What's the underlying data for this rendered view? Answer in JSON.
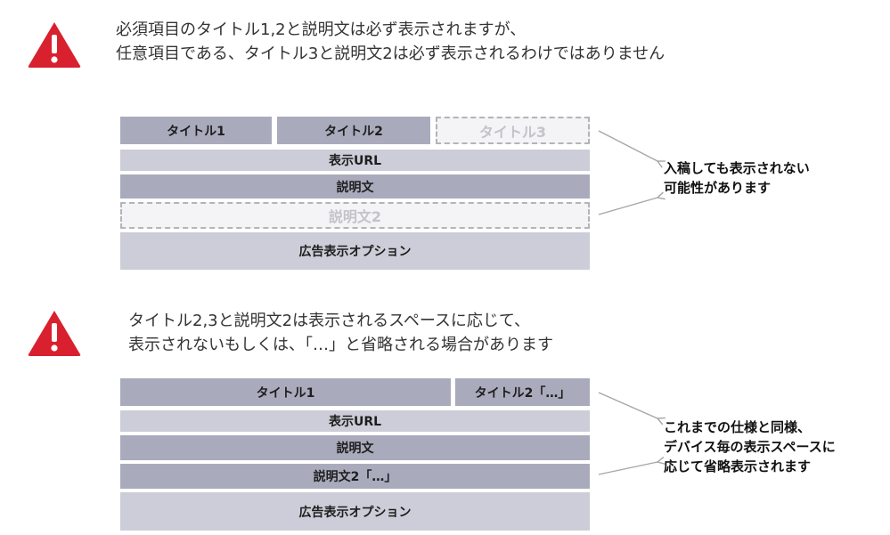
{
  "section1": {
    "note_lines": [
      "必須項目のタイトル1,2と説明文は必ず表示されますが、",
      "任意項目である、タイトル3と説明文2は必ず表示されるわけではありません"
    ],
    "boxes": {
      "title1": "タイトル1",
      "title2": "タイトル2",
      "title3": "タイトル3",
      "url": "表示URL",
      "desc": "説明文",
      "desc2": "説明文2",
      "options": "広告表示オプション"
    },
    "callout_lines": [
      "入稿しても表示されない",
      "可能性があります"
    ]
  },
  "section2": {
    "note_lines": [
      "タイトル2,3と説明文2は表示されるスペースに応じて、",
      "表示されないもしくは、「…」と省略される場合があります"
    ],
    "boxes": {
      "title1": "タイトル1",
      "title2": "タイトル2「…」",
      "url": "表示URL",
      "desc": "説明文",
      "desc2": "説明文2「…」",
      "options": "広告表示オプション"
    },
    "callout_lines": [
      "これまでの仕様と同様、",
      "デバイス毎の表示スペースに",
      "応じて省略表示されます"
    ]
  },
  "colors": {
    "warning_red": "#d9202e",
    "box_dark": "#a9abbd",
    "box_light": "#cdcdd9",
    "arrow": "#a6a6a6"
  },
  "icons": [
    "warning-icon"
  ]
}
